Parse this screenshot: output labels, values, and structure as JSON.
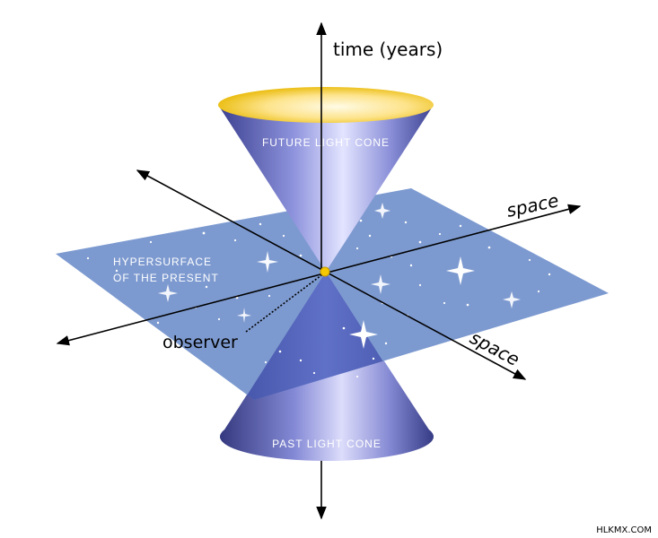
{
  "labels": {
    "time_axis": "time (years)",
    "space_axis_1": "space",
    "space_axis_2": "space",
    "future_cone": "FUTURE LIGHT CONE",
    "past_cone": "PAST LIGHT CONE",
    "hypersurface_line1": "HYPERSURFACE",
    "hypersurface_line2": "OF THE PRESENT",
    "observer": "observer",
    "watermark": "HLKMX.COM"
  },
  "colors": {
    "plane": "#7d9ad0",
    "cone": "#7b7fd0",
    "cone_highlight": "#dcdcff",
    "cone_rim": "#f2c200",
    "observer_dot": "#f5c800",
    "axis": "#000000"
  }
}
